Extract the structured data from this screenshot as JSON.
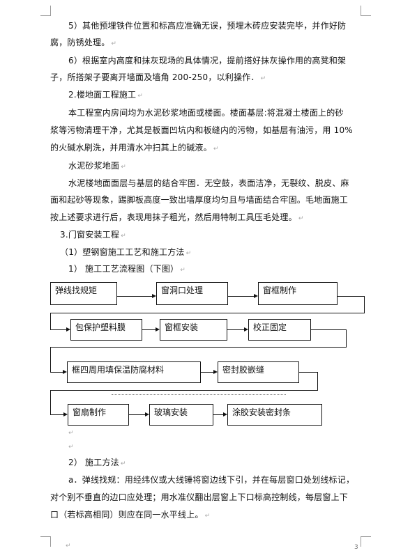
{
  "paragraphs": [
    "5）其他预埋铁件位置和标高应准确无误，预埋木砖应安装完毕，并作好防",
    "腐，防锈处理。",
    "6）根据室内高度和抹灰现场的具体情况，提前搭好抹灰操作用的高凳和架",
    "子，所搭架子要离开墙面及墙角 200-250，以利操作．",
    "2.楼地面工程施工",
    "本工程室内房间均为水泥砂浆地面或楼面。楼面基层:将混凝土楼面上的砂",
    "浆等污物清理干净，尤其是板面凹坑内和板缝内的污物，如基层有油污，用 10%",
    "的火碱水刷洗，并用清水冲扫其上的碱液。",
    "水泥砂浆地面",
    "水泥楼地面面层与基层的结合牢固．无空鼓，表面洁净，无裂纹、脱皮、麻",
    "面和起砂等现象，踢脚板高度一致出墙厚度均匀且与墙面结合牢固。毛地面施工",
    "按上述要求进行后，表现用抹子粗光，然后用特制工具压毛处理。",
    "3.门窗安装工程",
    "（1）塑钢窗施工工艺和施工方法",
    "1）  施工工艺流程图（下图）",
    "2）  施工方法",
    "a．弹线找规：用经纬仪或大线锤将窗边线下引，并在每层窗口处划线标记，",
    "对个别不垂直的边口应处理；用水准仪翻出层窗上下口标高控制线，每层窗上下",
    "口（若标高相同）则应在同一水平线上。"
  ],
  "flow_steps": [
    "弹线找规矩",
    "窗洞口处理",
    "窗框制作",
    "包保护塑料膜",
    "窗框安装",
    "校正固定",
    "框四周用填保温防腐材料",
    "密封胶嵌缝",
    "窗扇制作",
    "玻璃安装",
    "涂胶安装密封条"
  ],
  "paragraph_mark": "↵",
  "page_number": "3"
}
